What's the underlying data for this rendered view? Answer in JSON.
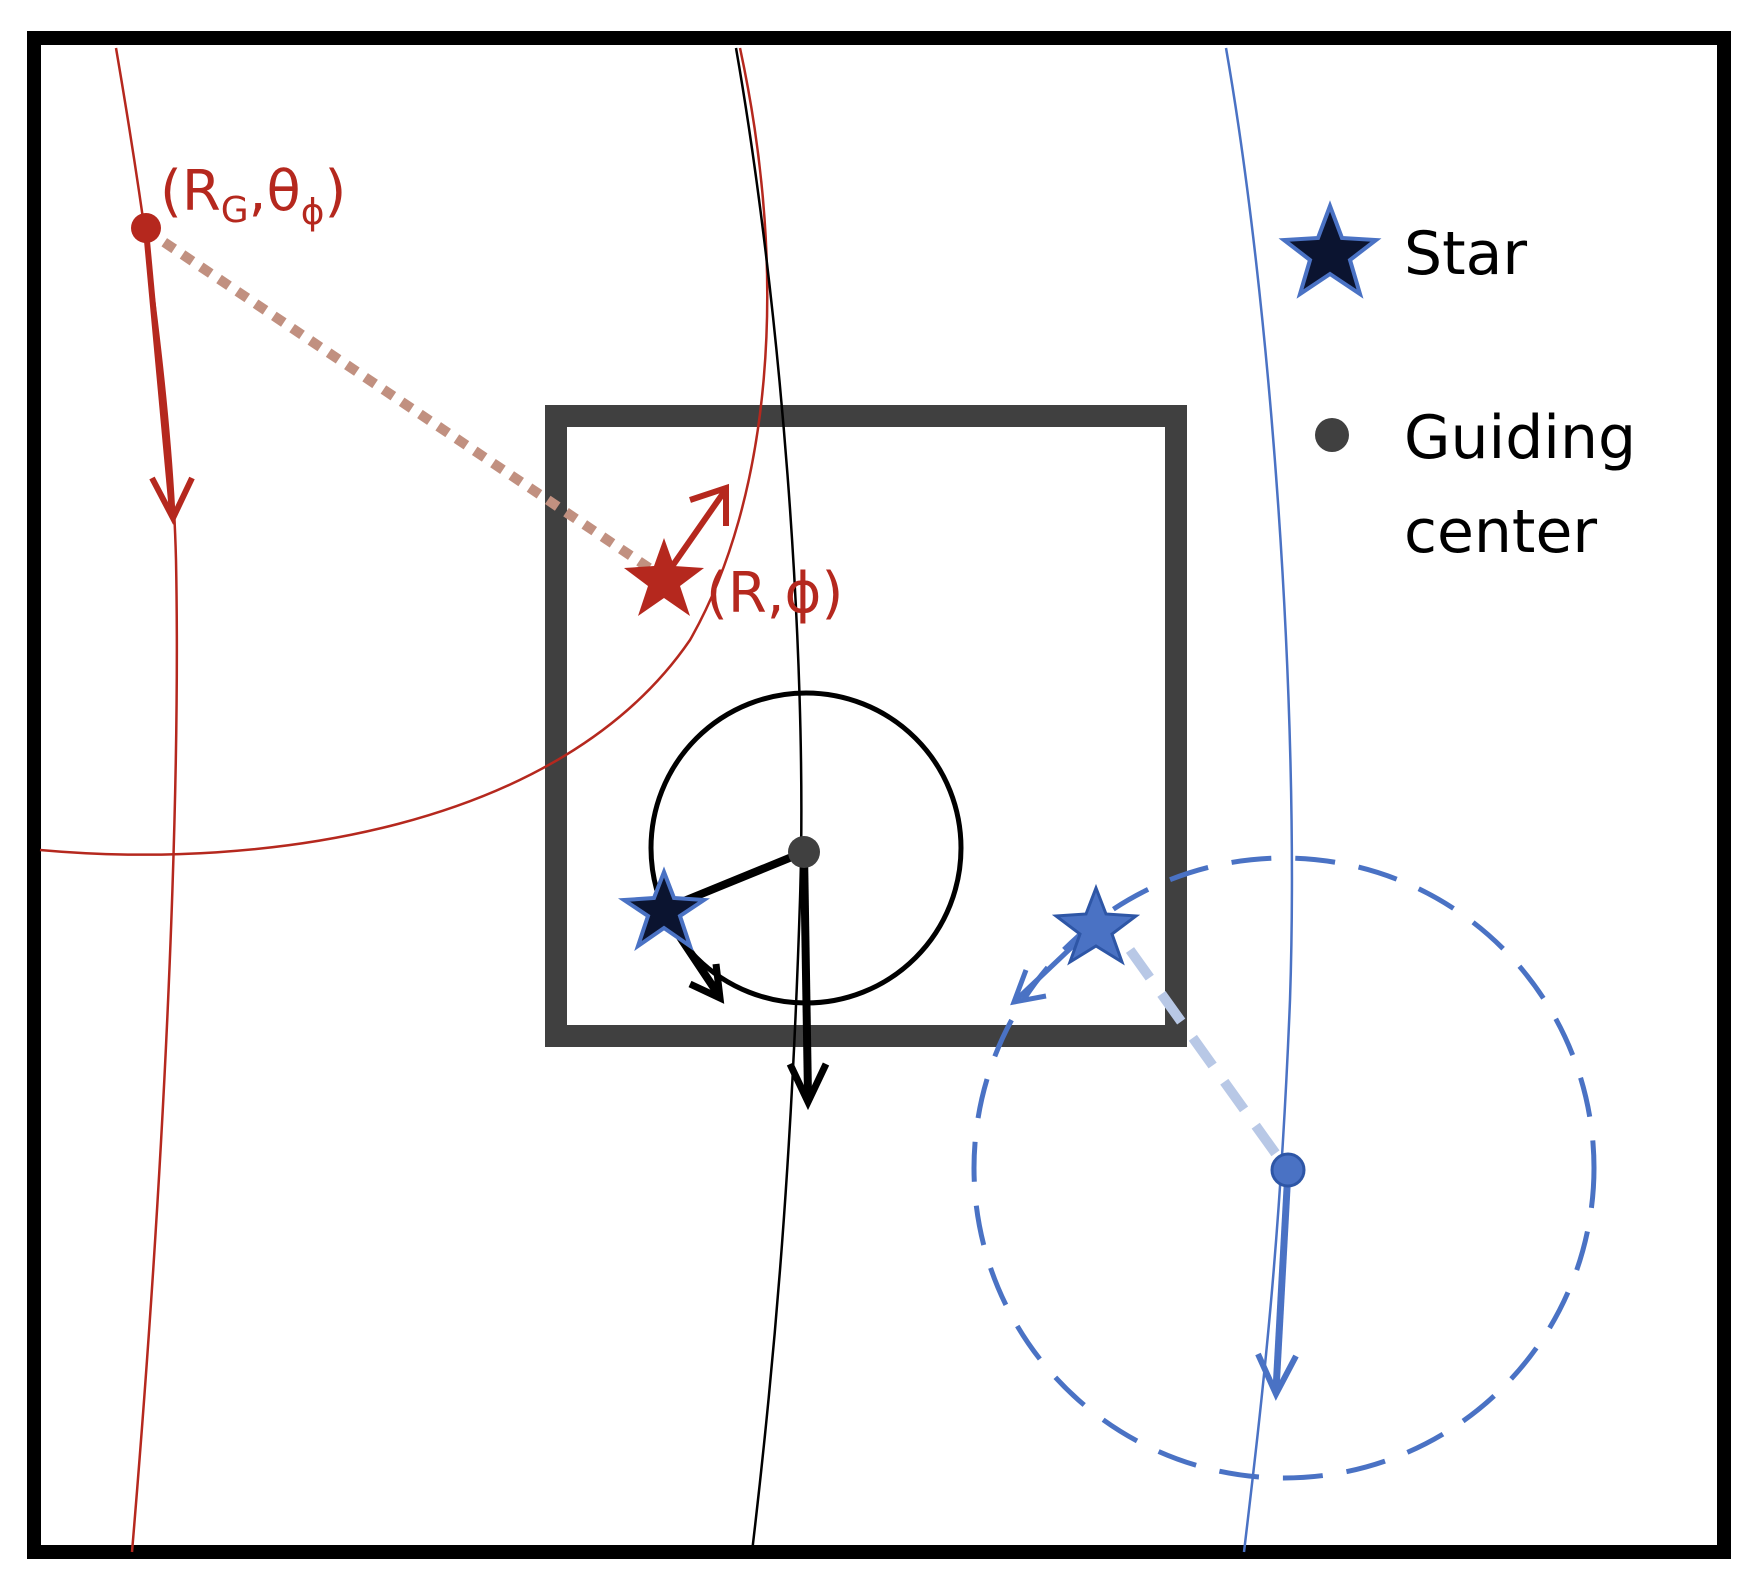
{
  "labels": {
    "guide_pos_main": "(R",
    "guide_pos_sub1": "G",
    "guide_pos_mid": ",θ",
    "guide_pos_sub2": "ϕ",
    "guide_pos_end": ")",
    "star_pos": "(R,ϕ)"
  },
  "legend": {
    "star_label": "Star",
    "guiding_center_line1": "Guiding",
    "guiding_center_line2": "center"
  },
  "colors": {
    "red": "#b5281e",
    "red_dotted": "#c19080",
    "black": "#000000",
    "blue": "#4a72c4",
    "blue_light": "#b8c8e6",
    "box": "#404040",
    "guiding_dot": "#404040"
  },
  "icons": {
    "star_marker": "star-icon",
    "guiding_center_marker": "dot-icon"
  }
}
